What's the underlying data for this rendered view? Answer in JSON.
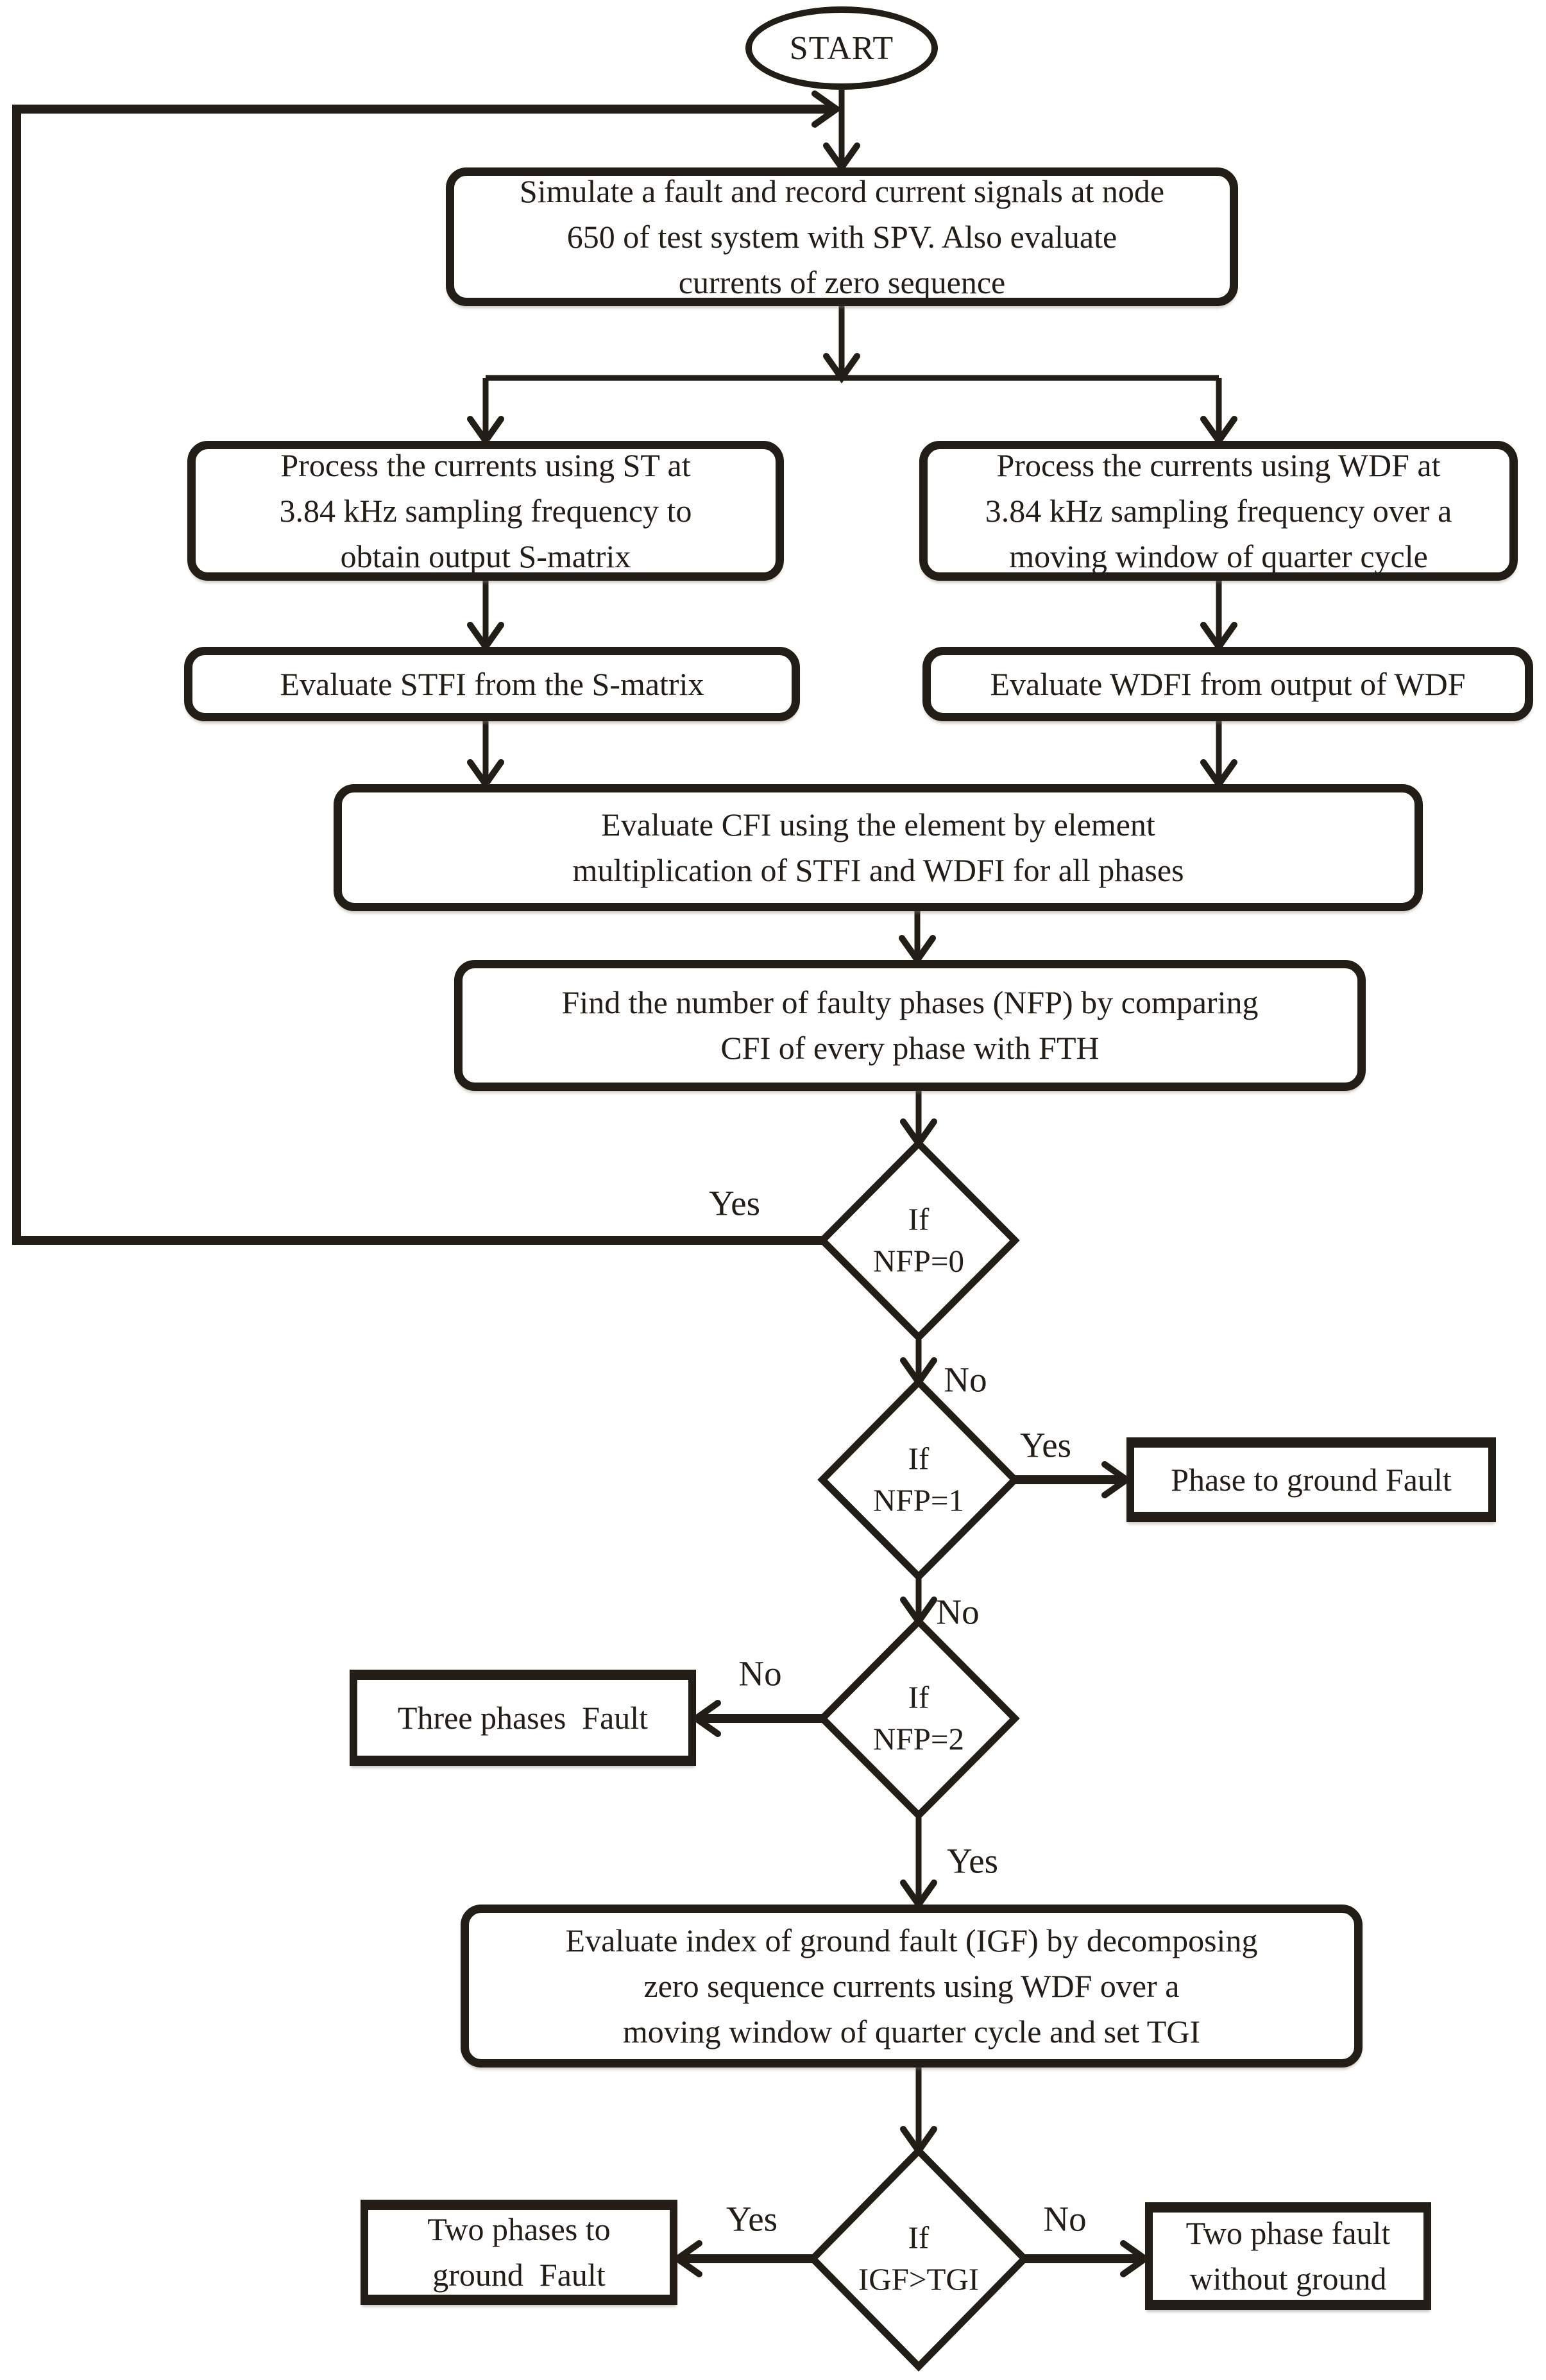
{
  "diagram": {
    "type": "flowchart",
    "colors": {
      "ink": "#231d17",
      "background": "#ffffff"
    },
    "start": {
      "label": "START"
    },
    "processes": {
      "simulate": {
        "lines": [
          "Simulate a fault and record current signals at node",
          "650 of test system with SPV. Also evaluate",
          "currents of zero sequence"
        ]
      },
      "process_st": {
        "lines": [
          "Process the currents using ST at",
          "3.84 kHz sampling frequency to",
          "obtain output S-matrix"
        ]
      },
      "process_wdf": {
        "lines": [
          "Process the currents using WDF at",
          "3.84 kHz sampling frequency over a",
          "moving window of quarter cycle"
        ]
      },
      "evaluate_stfi": {
        "lines": [
          "Evaluate STFI from the S-matrix"
        ]
      },
      "evaluate_wdfi": {
        "lines": [
          "Evaluate WDFI from output of WDF"
        ]
      },
      "evaluate_cfi": {
        "lines": [
          "Evaluate CFI using the element by element",
          "multiplication of STFI and WDFI for all phases"
        ]
      },
      "find_nfp": {
        "lines": [
          "Find the number of faulty phases (NFP) by comparing",
          "CFI of every phase with FTH"
        ]
      },
      "evaluate_igf": {
        "lines": [
          "Evaluate index of ground fault (IGF) by decomposing",
          "zero sequence currents using WDF over a",
          "moving window of quarter cycle and set TGI"
        ]
      }
    },
    "decisions": {
      "nfp0": {
        "lines": [
          "If",
          "NFP=0"
        ]
      },
      "nfp1": {
        "lines": [
          "If",
          "NFP=1"
        ]
      },
      "nfp2": {
        "lines": [
          "If",
          "NFP=2"
        ]
      },
      "igf_tgi": {
        "lines": [
          "If",
          "IGF>TGI"
        ]
      }
    },
    "terminals": {
      "phase_to_ground": {
        "lines": [
          "Phase to ground Fault"
        ]
      },
      "three_phase": {
        "lines": [
          "Three phases  Fault"
        ]
      },
      "two_phase_ground": {
        "lines": [
          "Two phases to",
          "ground  Fault"
        ]
      },
      "two_phase_no_ground": {
        "lines": [
          "Two phase fault",
          "without ground"
        ]
      }
    },
    "edge_labels": {
      "nfp0_yes": "Yes",
      "nfp0_no": "No",
      "nfp1_yes": "Yes",
      "nfp1_no": "No",
      "nfp2_no": "No",
      "nfp2_yes": "Yes",
      "igf_yes": "Yes",
      "igf_no": "No"
    }
  }
}
